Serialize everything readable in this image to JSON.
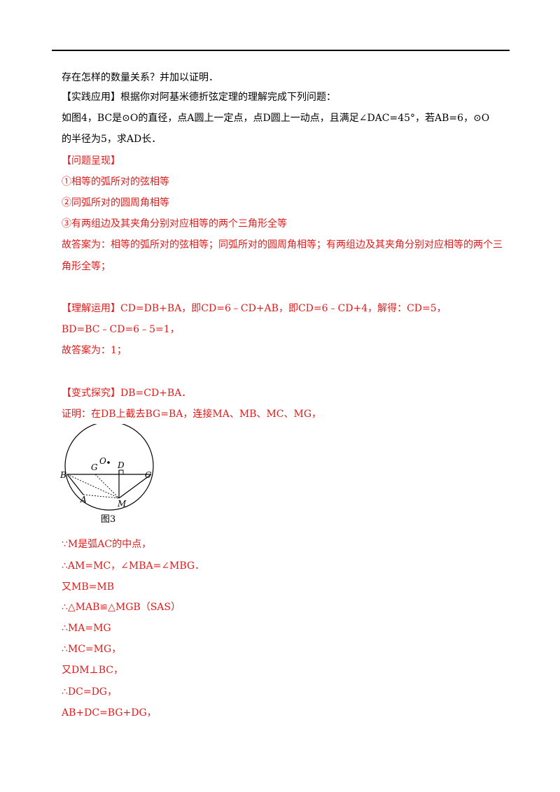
{
  "lines": [
    {
      "text": "存在怎样的数量关系？并加以证明．",
      "color": "#000000"
    },
    {
      "text": "【实践应用】根据你对阿基米德折弦定理的理解完成下列问题：",
      "color": "#000000"
    },
    {
      "text": "如图4，BC是⊙O的直径，点A圆上一定点，点D圆上一动点，且满足∠DAC=45°，若AB=6，⊙O",
      "color": "#000000"
    },
    {
      "text": "的半径为5，求AD长．",
      "color": "#000000"
    },
    {
      "text": "【问题呈现】",
      "color": "#e01a1a"
    },
    {
      "text": "①相等的弧所对的弦相等",
      "color": "#e01a1a"
    },
    {
      "text": "②同弧所对的圆周角相等",
      "color": "#e01a1a"
    },
    {
      "text": "③有两组边及其夹角分别对应相等的两个三角形全等",
      "color": "#e01a1a"
    },
    {
      "text": "故答案为：相等的弧所对的弦相等；同弧所对的圆周角相等；有两组边及其夹角分别对应相等的两个三",
      "color": "#e01a1a"
    },
    {
      "text": "角形全等；",
      "color": "#e01a1a"
    },
    {
      "text": "【理解运用】CD=DB+BA，即CD=6﹣CD+AB，即CD=6﹣CD+4，解得：CD=5，",
      "color": "#e01a1a"
    },
    {
      "text": "BD=BC﹣CD=6﹣5=1，",
      "color": "#e01a1a"
    },
    {
      "text": "故答案为：1；",
      "color": "#e01a1a"
    },
    {
      "text": "【变式探究】DB=CD+BA．",
      "color": "#e01a1a"
    },
    {
      "text": "证明：在DB上截去BG=BA，连接MA、MB、MC、MG，",
      "color": "#e01a1a"
    },
    {
      "text": "∵M是弧AC的中点，",
      "color": "#e01a1a"
    },
    {
      "text": "∴AM=MC，∠MBA=∠MBG．",
      "color": "#e01a1a"
    },
    {
      "text": "又MB=MB",
      "color": "#e01a1a"
    },
    {
      "text": "∴△MAB≌△MGB（SAS）",
      "color": "#e01a1a"
    },
    {
      "text": "∴MA=MG",
      "color": "#e01a1a"
    },
    {
      "text": "∴MC=MG，",
      "color": "#e01a1a"
    },
    {
      "text": "又DM⊥BC，",
      "color": "#e01a1a"
    },
    {
      "text": "∴DC=DG，",
      "color": "#e01a1a"
    },
    {
      "text": "AB+DC=BG+DG，",
      "color": "#e01a1a"
    }
  ],
  "figure": {
    "labels": {
      "O": "O",
      "G": "G",
      "D": "D",
      "B": "B",
      "C": "C",
      "A": "A",
      "M": "M"
    },
    "caption": "图3"
  }
}
